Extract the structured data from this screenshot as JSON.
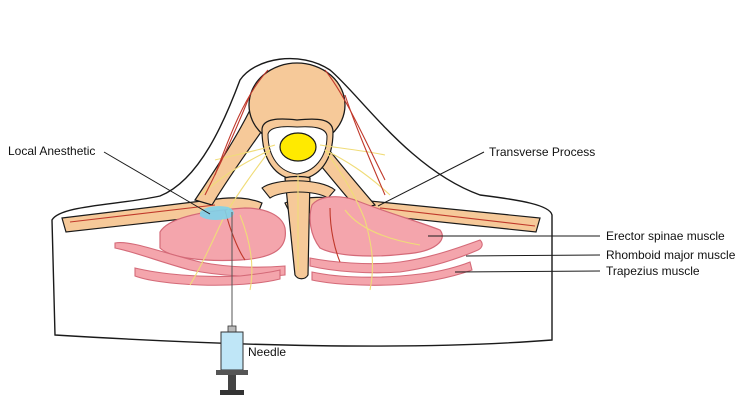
{
  "labels": {
    "local_anesthetic": "Local Anesthetic",
    "transverse_process": "Transverse Process",
    "erector_spinae": "Erector spinae muscle",
    "rhomboid_major": "Rhomboid major muscle",
    "trapezius": "Trapezius muscle",
    "needle": "Needle"
  },
  "colors": {
    "outline": "#1a1a1a",
    "bone": "#f6c999",
    "spinal_cord": "#ffea00",
    "muscle": "#f4a5ac",
    "muscle_edge": "#d46a78",
    "nerve": "#f0dc78",
    "vessel": "#c0392b",
    "anesthetic": "#7fd3ea",
    "syringe_barrel": "#bfe6f7",
    "plunger": "#444444"
  }
}
